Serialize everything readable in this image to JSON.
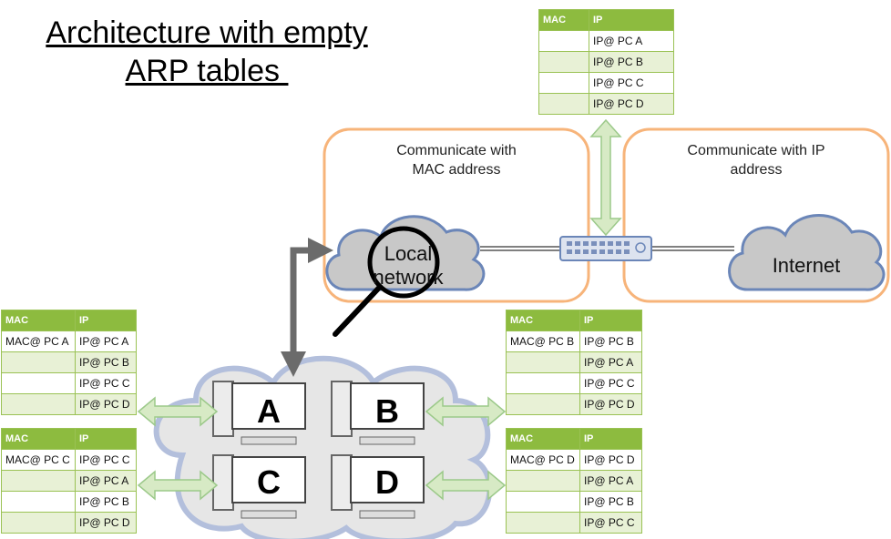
{
  "title": {
    "line1": "Architecture with empty",
    "line2": "ARP tables "
  },
  "zones": {
    "lan_label": "Communicate with\nMAC address",
    "wan_label": "Communicate with IP\naddress"
  },
  "clouds": {
    "local": "Local\nnetwork",
    "internet": "Internet"
  },
  "pcs": [
    "A",
    "B",
    "C",
    "D"
  ],
  "arp_header": {
    "mac": "MAC",
    "ip": "IP"
  },
  "arp_tables": {
    "router": [
      [
        "",
        "IP@ PC A"
      ],
      [
        "",
        "IP@ PC B"
      ],
      [
        "",
        "IP@ PC C"
      ],
      [
        "",
        "IP@ PC D"
      ]
    ],
    "pc_a": [
      [
        "MAC@ PC A",
        "IP@ PC A"
      ],
      [
        "",
        "IP@ PC B"
      ],
      [
        "",
        "IP@ PC C"
      ],
      [
        "",
        "IP@ PC D"
      ]
    ],
    "pc_b": [
      [
        "MAC@ PC B",
        "IP@ PC B"
      ],
      [
        "",
        "IP@ PC A"
      ],
      [
        "",
        "IP@ PC C"
      ],
      [
        "",
        "IP@ PC D"
      ]
    ],
    "pc_c": [
      [
        "MAC@ PC C",
        "IP@ PC C"
      ],
      [
        "",
        "IP@ PC A"
      ],
      [
        "",
        "IP@ PC B"
      ],
      [
        "",
        "IP@ PC D"
      ]
    ],
    "pc_d": [
      [
        "MAC@ PC D",
        "IP@ PC D"
      ],
      [
        "",
        "IP@ PC A"
      ],
      [
        "",
        "IP@ PC B"
      ],
      [
        "",
        "IP@ PC C"
      ]
    ]
  },
  "colors": {
    "zone_border": "#f7b47a",
    "cloud_fill": "#c8c8c8",
    "cloud_stroke": "#6b86b8",
    "bigcloud_fill": "#e6e6e6",
    "bigcloud_stroke": "#b3bfdc",
    "arrow_fill": "#d7eac5",
    "arrow_stroke": "#9cc98a",
    "header_green": "#8dbb3f",
    "row_green": "#e8f1d6"
  },
  "icons": [
    "magnifier-icon",
    "network-switch-icon",
    "desktop-pc-icon"
  ]
}
